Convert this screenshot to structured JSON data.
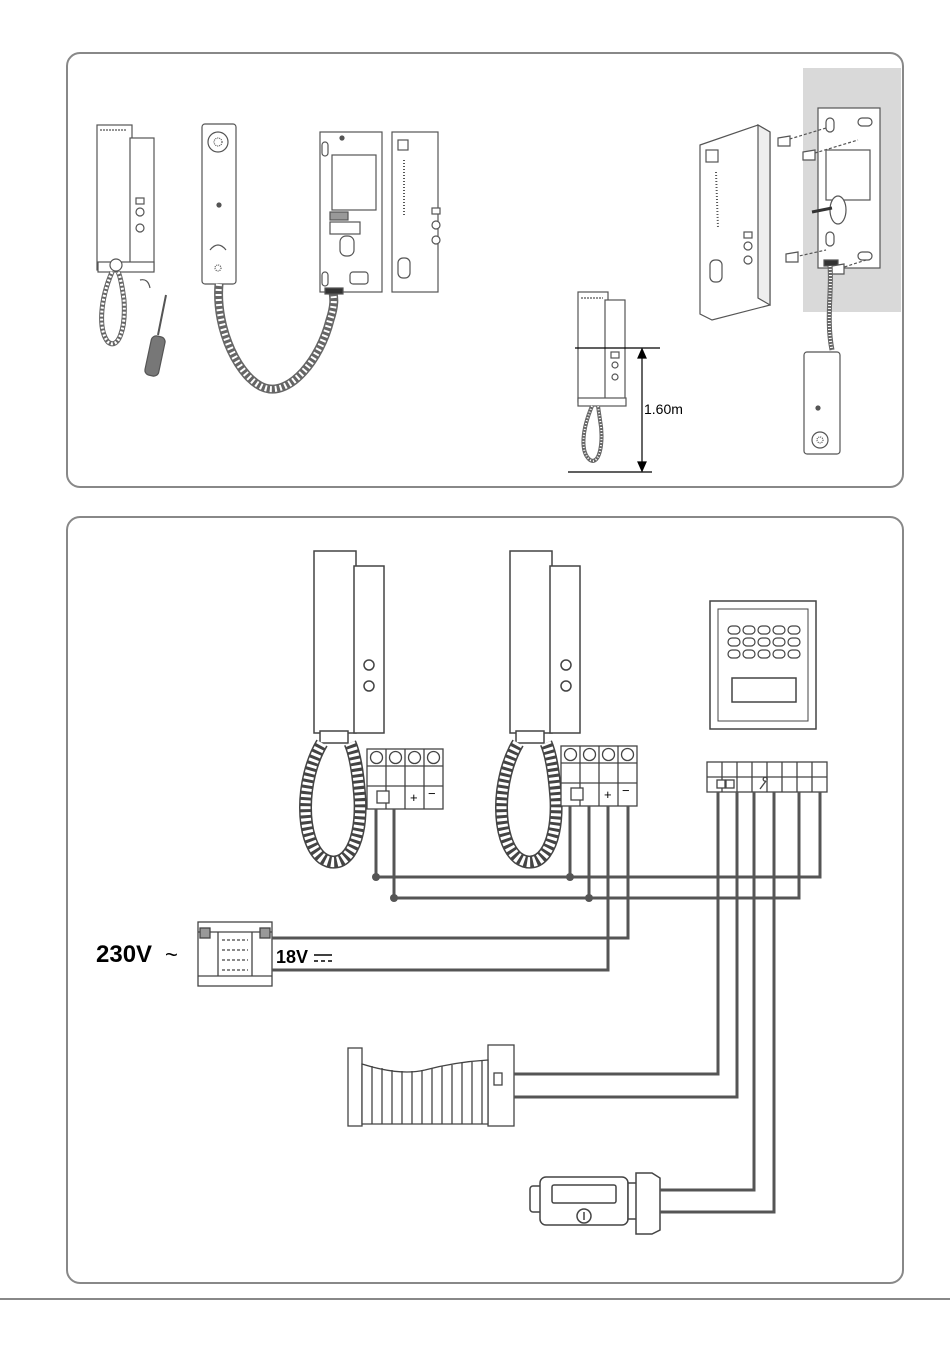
{
  "installation": {
    "height_label": "1.60m"
  },
  "wiring": {
    "mains_label": "230V",
    "mains_symbol": "~",
    "dc_label": "18V",
    "terminal_plus": "+",
    "terminal_minus": "−"
  },
  "colors": {
    "wire": "#555555",
    "stroke": "#444444",
    "wall": "#d9d9d9",
    "panel_border": "#888888"
  }
}
